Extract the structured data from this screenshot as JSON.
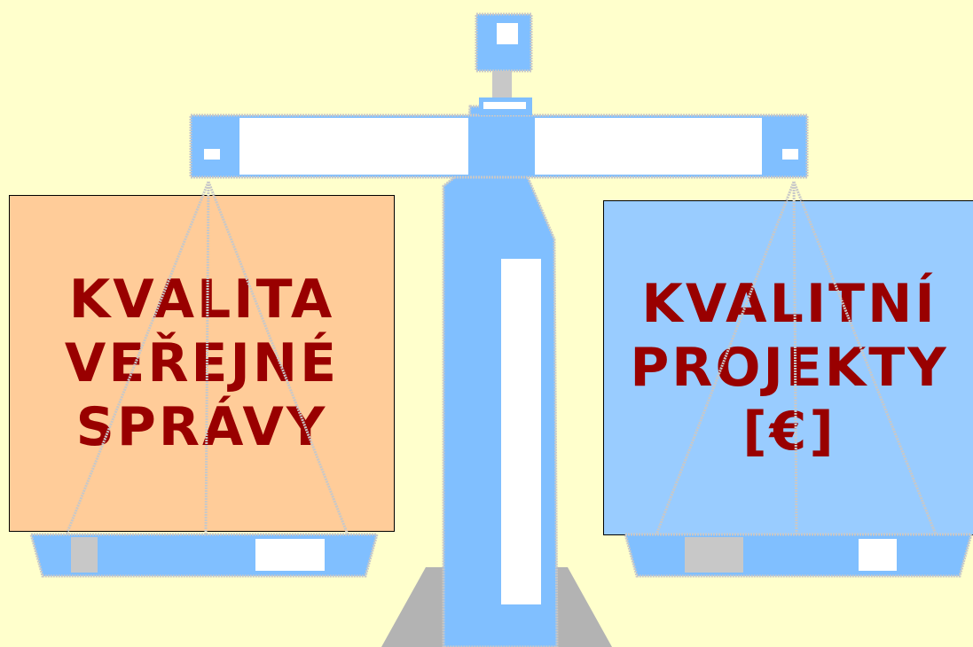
{
  "colors": {
    "background": "#ffffcc",
    "left_box": "#ffcc99",
    "right_box": "#99ccff",
    "text": "#990000",
    "scale_body": "#80bfff",
    "scale_highlight": "#ffffff",
    "base": "#b3b3b3"
  },
  "left_pan": {
    "lines": [
      "KVALITA",
      "VEŘEJNÉ",
      "SPRÁVY"
    ]
  },
  "right_pan": {
    "lines": [
      "KVALITNÍ",
      "PROJEKTY",
      "[€]"
    ]
  },
  "icons": [
    "balance-scale-icon"
  ]
}
